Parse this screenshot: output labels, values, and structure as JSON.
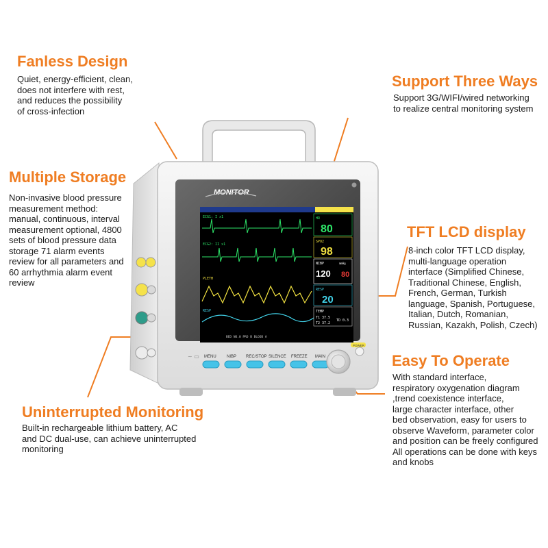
{
  "features": {
    "fanless": {
      "title": "Fanless Design",
      "lines": [
        "Quiet, energy-efficient, clean,",
        "does not interfere with rest,",
        "and reduces the possibility",
        "of cross-infection"
      ]
    },
    "storage": {
      "title": "Multiple Storage",
      "lines": [
        "Non-invasive blood pressure",
        "measurement method:",
        "manual, continuous, interval",
        "measurement optional, 4800",
        "sets of blood pressure data",
        "storage 71 alarm events",
        "review for all parameters and",
        "60 arrhythmia alarm event",
        "review"
      ]
    },
    "monitoring": {
      "title": "Uninterrupted Monitoring",
      "lines": [
        "Built-in rechargeable lithium battery, AC",
        "and DC dual-use, can achieve uninterrupted",
        "monitoring"
      ]
    },
    "three_ways": {
      "title": "Support Three Ways",
      "lines": [
        "Support 3G/WIFI/wired networking",
        "to realize central monitoring system"
      ]
    },
    "tft": {
      "title": "TFT LCD display",
      "lines": [
        "8-inch color TFT LCD display,",
        "multi-language operation",
        "interface (Simplified Chinese,",
        "Traditional Chinese, English,",
        "French, German, Turkish",
        "language, Spanish, Portuguese,",
        "Italian, Dutch, Romanian,",
        "Russian, Kazakh, Polish, Czech)"
      ]
    },
    "easy": {
      "title": "Easy To Operate",
      "lines": [
        "With standard interface,",
        "respiratory oxygenation diagram",
        ",trend coexistence interface,",
        "large character interface, other",
        "bed observation, easy for users to",
        "observe Waveform, parameter color",
        "and position can be freely configured",
        "All operations can be done with keys",
        "and knobs"
      ]
    }
  },
  "device": {
    "brand": "MONITOR",
    "screen": {
      "ecg1_label": "ECG1: I  x1",
      "ecg2_label": "ECG2: II  x1",
      "pleth_label": "PLETH",
      "resp_label": "RESP",
      "hr_label": "HR",
      "hr_value": "80",
      "spo2_label": "SPO2",
      "spo2_value": "98",
      "nibp_label": "NIBP",
      "nibp_sys": "120",
      "nibp_dia": "80",
      "nibp_unit": "mmHg",
      "resp_value_label": "RESP",
      "resp_value": "20",
      "temp_label": "TEMP",
      "t1": "T1 37.5",
      "t2": "T2 37.2",
      "td": "TD 0.3",
      "footer": "BED NO.0  PRO B  BLOOD A"
    },
    "buttons": [
      "MENU",
      "NIBP",
      "REC/STOP",
      "SILENCE",
      "FREEZE",
      "MAIN"
    ],
    "power_label": "POWER"
  },
  "colors": {
    "accent": "#ef7d22",
    "ecg": "#2ee86a",
    "pleth": "#f0e040",
    "resp": "#41d1e8",
    "spo2_bg": "#f5e24a",
    "nibp_red": "#e53935",
    "button": "#45c3e8"
  }
}
